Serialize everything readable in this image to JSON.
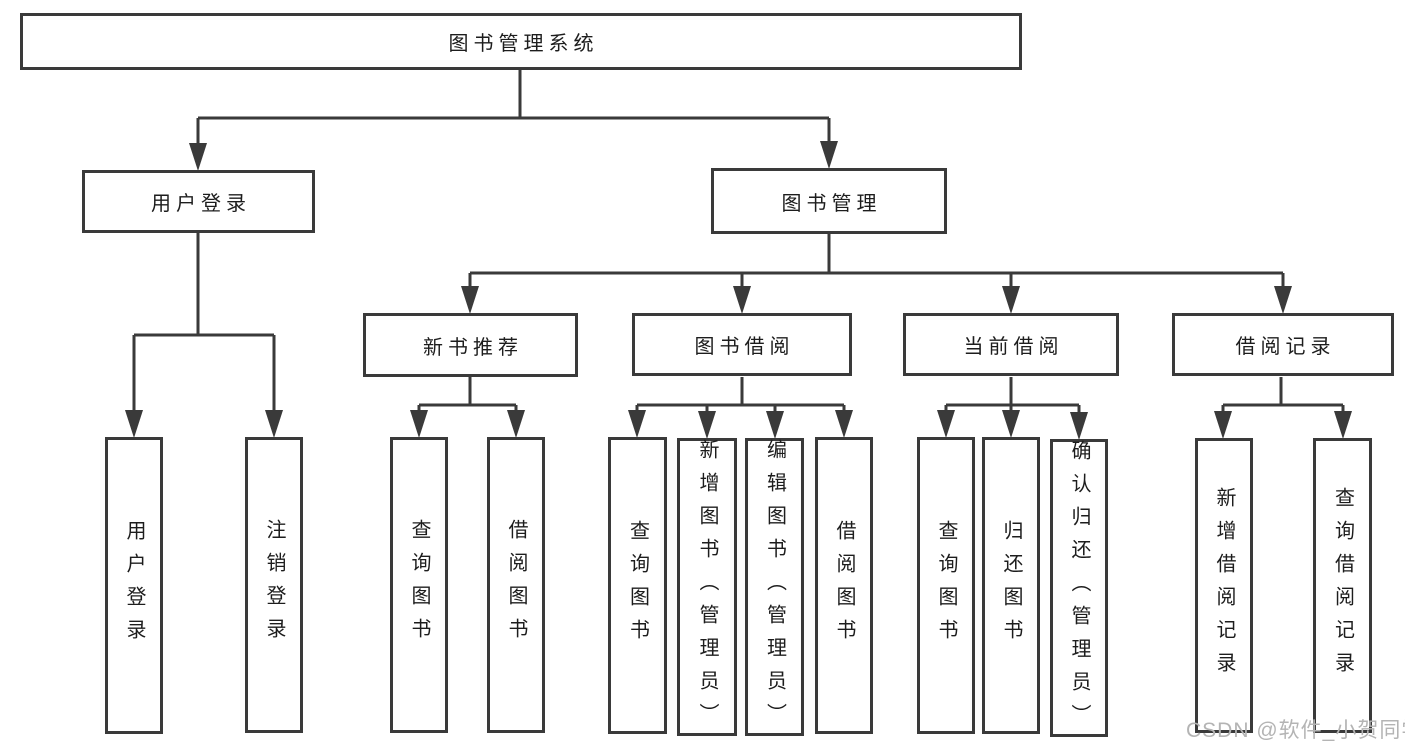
{
  "tree": {
    "label": "图书管理系统",
    "children": [
      {
        "label": "用户登录",
        "children": [
          {
            "label": "用户登录"
          },
          {
            "label": "注销登录"
          }
        ]
      },
      {
        "label": "图书管理",
        "children": [
          {
            "label": "新书推荐",
            "children": [
              {
                "label": "查询图书"
              },
              {
                "label": "借阅图书"
              }
            ]
          },
          {
            "label": "图书借阅",
            "children": [
              {
                "label": "查询图书"
              },
              {
                "label": "新增图书（管理员）"
              },
              {
                "label": "编辑图书（管理员）"
              },
              {
                "label": "借阅图书"
              }
            ]
          },
          {
            "label": "当前借阅",
            "children": [
              {
                "label": "查询图书"
              },
              {
                "label": "归还图书"
              },
              {
                "label": "确认归还（管理员）"
              }
            ]
          },
          {
            "label": "借阅记录",
            "children": [
              {
                "label": "新增借阅记录"
              },
              {
                "label": "查询借阅记录"
              }
            ]
          }
        ]
      }
    ]
  },
  "watermark": {
    "text": "CSDN @软件_小贺同学"
  },
  "colors": {
    "line": "#3a3a3a",
    "box_border": "#3a3a3a",
    "text": "#1d1d1d",
    "watermark": "#b4b4b4",
    "background": "#ffffff"
  }
}
